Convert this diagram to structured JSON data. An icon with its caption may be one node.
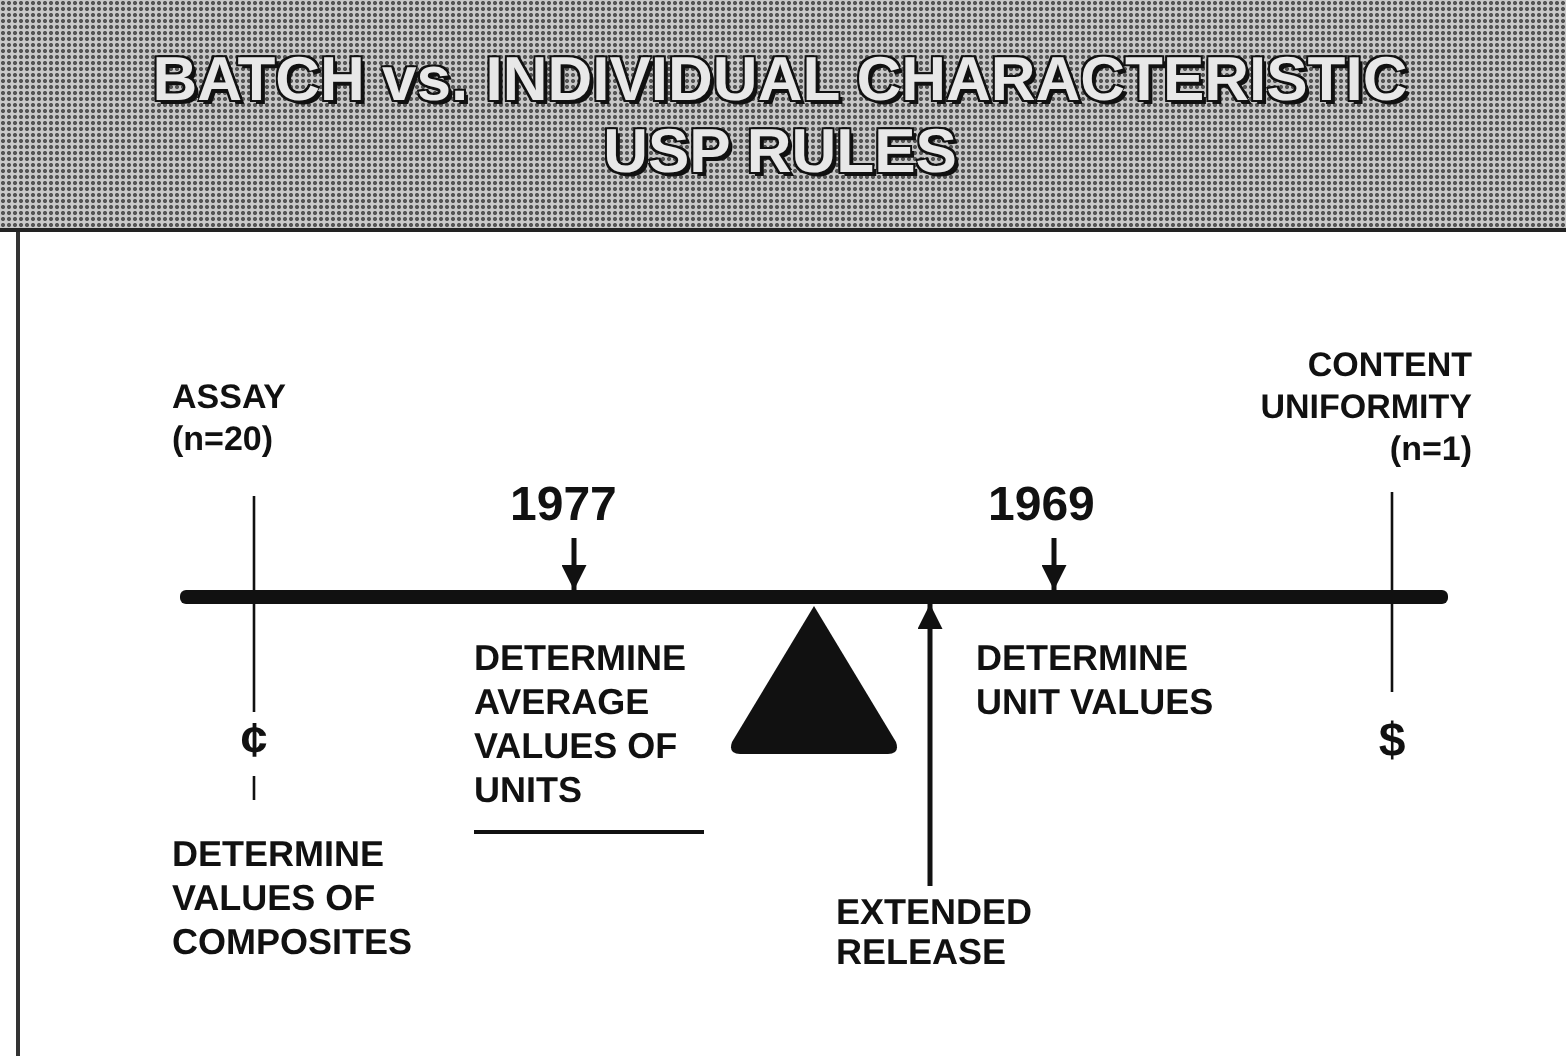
{
  "diagram": {
    "title": "BATCH vs. INDIVIDUAL CHARACTERISTIC USP RULES",
    "nodes": [
      {
        "text": [
          "1977"
        ]
      },
      {
        "text": [
          "1969"
        ]
      },
      {
        "text": [
          "EXTENDED RELEASE"
        ]
      },
      {
        "text": [],
        "shape": "bar"
      },
      {
        "text": [],
        "shape": "triangle"
      }
    ],
    "edges": [
      {
        "from": 0,
        "to": 3,
        "arrow": "to"
      },
      {
        "from": 1,
        "to": 3,
        "arrow": "to"
      },
      {
        "from": 2,
        "to": 3,
        "arrow": "to"
      }
    ],
    "labels": [
      "ASSAY (n=20)",
      "CONTENT UNIFORMITY (n=1)",
      "DETERMINE AVERAGE VALUES OF UNITS",
      "DETERMINE UNIT VALUES",
      "¢",
      "$",
      "DETERMINE VALUES OF COMPOSITES"
    ]
  }
}
